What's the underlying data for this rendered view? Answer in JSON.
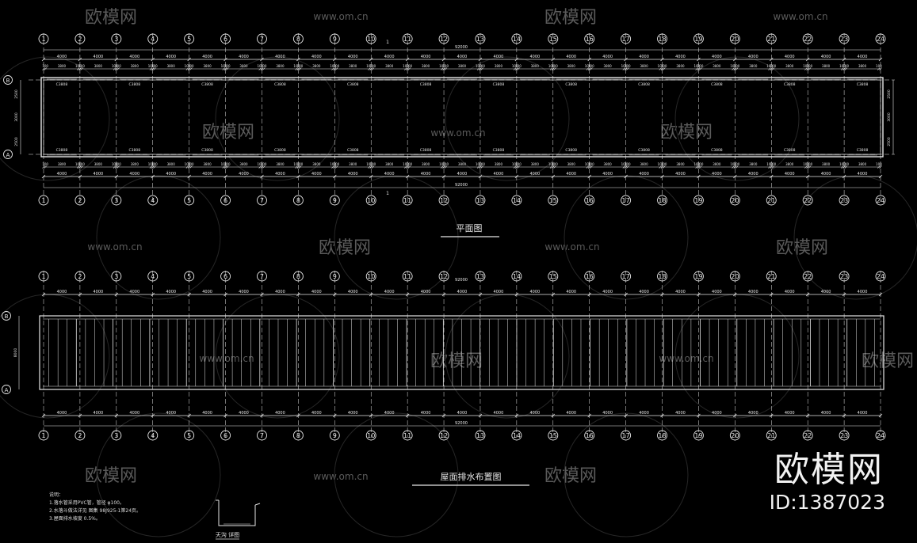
{
  "drawing": {
    "plan_title": "平面图",
    "roof_title": "屋面排水布置图",
    "detail_title": "天沟 详图",
    "axis_numbers": [
      "1",
      "2",
      "3",
      "4",
      "5",
      "6",
      "7",
      "8",
      "9",
      "10",
      "11",
      "12",
      "13",
      "14",
      "15",
      "16",
      "17",
      "18",
      "19",
      "20",
      "21",
      "22",
      "23",
      "24"
    ],
    "row_labels_plan": [
      "B",
      "A"
    ],
    "row_labels_roof": [
      "B",
      "A"
    ],
    "bay_dimension": "4000",
    "total_dimension": "92000",
    "sub_dimensions": [
      "100",
      "3800",
      "100"
    ],
    "window_tag": "C3808",
    "side_dims_left": [
      "2500",
      "3000",
      "2500"
    ],
    "roof_side_dim": "8000",
    "section_mark": "1",
    "notes": [
      "说明：",
      "1.落水管采用PVC管，管径 φ100。",
      "2.水落斗做法详见 图集 98J925-1第24页。",
      "3.屋面排水坡度 0.5%。"
    ]
  },
  "watermark": {
    "site": "www.om.cn",
    "logo_text": "欧模网",
    "brand": "欧模网",
    "id": "ID:1387023"
  },
  "colors": {
    "background": "#000000",
    "lines": "#e6e6e6",
    "watermark": "#5a5a5a"
  }
}
